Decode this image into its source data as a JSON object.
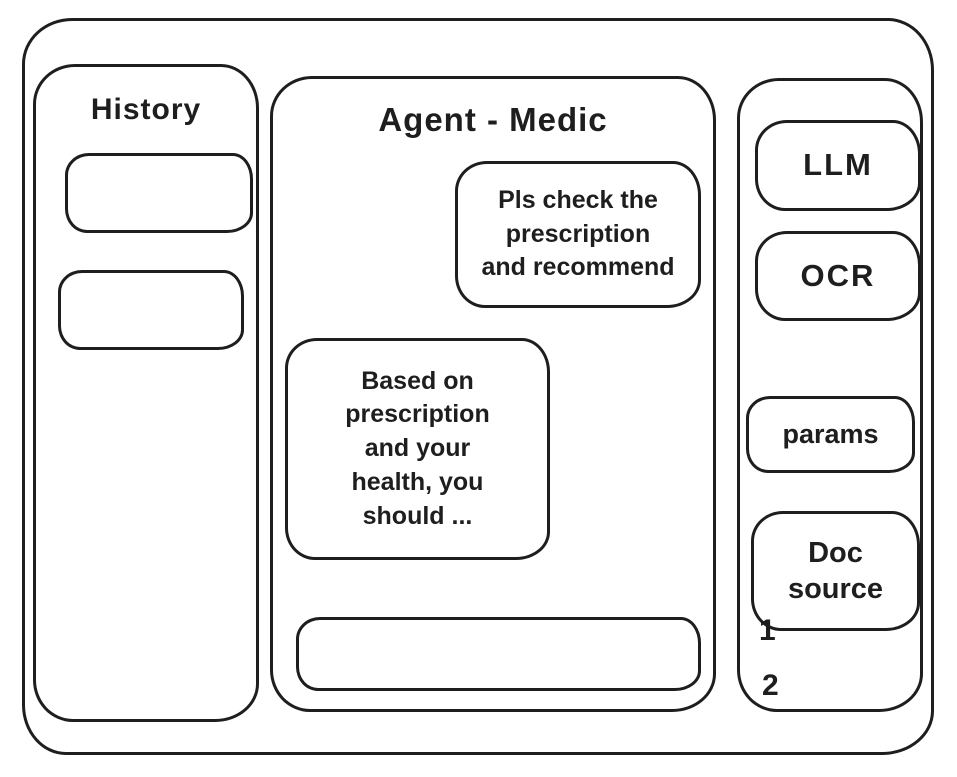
{
  "app": {
    "title": "Agent - Medic"
  },
  "history_panel": {
    "title": "History",
    "items": [
      {
        "label": ""
      },
      {
        "label": ""
      }
    ]
  },
  "chat_panel": {
    "title": "Agent - Medic",
    "messages": [
      {
        "role": "user",
        "text": "Pls check the\nprescription\nand recommend"
      },
      {
        "role": "assistant",
        "text": "Based on\nprescription\nand your\nhealth, you\nshould ..."
      }
    ],
    "input_value": ""
  },
  "tools_panel": {
    "buttons": [
      {
        "label": "LLM"
      },
      {
        "label": "OCR"
      },
      {
        "label": "params"
      },
      {
        "label": "Doc\nsource"
      }
    ],
    "doc_source_items": [
      {
        "label": "1"
      },
      {
        "label": "2"
      }
    ]
  },
  "colors": {
    "ink": "#1e1e1e",
    "background": "#ffffff"
  }
}
